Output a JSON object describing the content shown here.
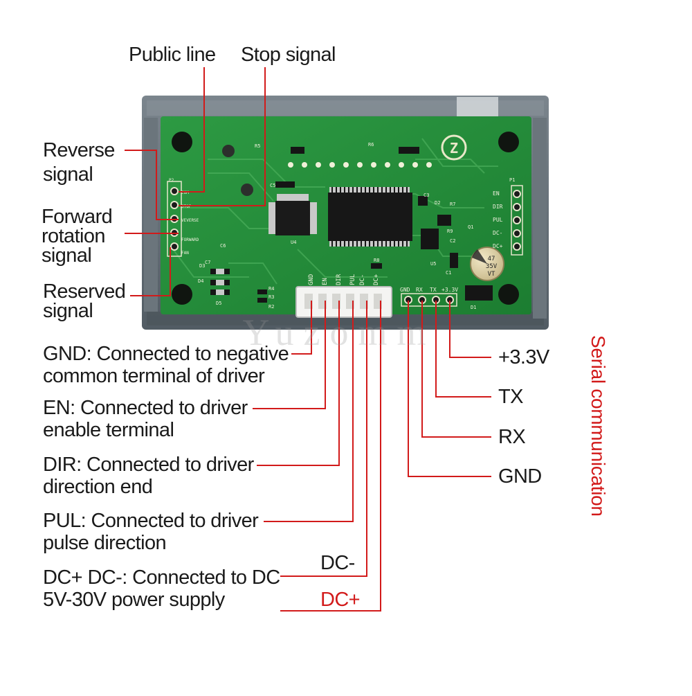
{
  "labels": {
    "public_line": "Public line",
    "stop_signal": "Stop signal",
    "reverse_signal": [
      "Reverse",
      "signal"
    ],
    "forward_signal": [
      "Forward",
      "rotation",
      "signal"
    ],
    "reserved_signal": [
      "Reserved",
      "signal"
    ],
    "gnd_desc": [
      "GND: Connected to negative",
      "common terminal of driver"
    ],
    "en_desc": [
      "EN: Connected to driver",
      "enable terminal"
    ],
    "dir_desc": [
      "DIR: Connected to driver",
      "direction end"
    ],
    "pul_desc": [
      "PUL: Connected to driver",
      "pulse direction"
    ],
    "dc_desc": [
      "DC+ DC-: Connected to DC",
      "5V-30V power supply"
    ],
    "dc_minus": "DC-",
    "dc_plus": "DC+",
    "serial": {
      "v33": "+3.3V",
      "tx": "TX",
      "rx": "RX",
      "gnd": "GND",
      "title": "Serial communication"
    }
  },
  "board": {
    "connector_labels": [
      "GND",
      "EN",
      "DIR",
      "PUL",
      "DC-",
      "DC+"
    ],
    "serial_header_labels": [
      "GND",
      "RX",
      "TX",
      "+3.3V"
    ],
    "p1_header_labels": [
      "EN",
      "DIR",
      "PUL",
      "DC-",
      "DC+"
    ],
    "p2_labels": [
      "P2",
      "COM",
      "STOP",
      "VEVERSE",
      "FORWARD",
      "FAN"
    ],
    "components": [
      "R5",
      "R6",
      "C5",
      "C3",
      "D2",
      "R7",
      "R9",
      "Q1",
      "C2",
      "U5",
      "C1",
      "D1",
      "C6",
      "C7",
      "D3",
      "D4",
      "D5",
      "R4",
      "R3",
      "R2",
      "R8",
      "U4",
      "P1"
    ],
    "capacitor_text": [
      "47",
      "35V",
      "VT"
    ],
    "watermark": "Yuzomm"
  },
  "colors": {
    "leader": "#d21a1a",
    "pcb": "#1f8a35",
    "enclosure": "#5f6a73"
  }
}
